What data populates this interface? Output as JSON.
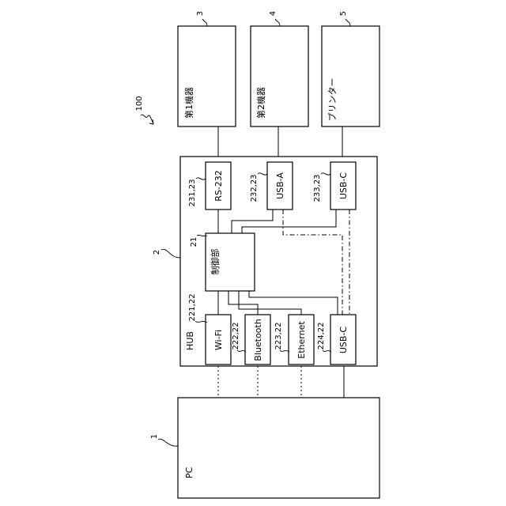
{
  "reference_labels": {
    "system": "100",
    "pc": "1",
    "hub": "2",
    "device1": "3",
    "device2": "4",
    "printer": "5",
    "controller": "21",
    "rs232": "231,23",
    "usba": "232,23",
    "usbc_top": "233,23",
    "wifi": "221,22",
    "bluetooth": "222,22",
    "ethernet": "223,22",
    "usbc_bottom": "224,22"
  },
  "boxes": {
    "device1": "第1機器",
    "device2": "第2機器",
    "printer": "プリンター",
    "hub": "HUB",
    "controller": "制御部",
    "rs232": "RS-232",
    "usba": "USB-A",
    "usbc_top": "USB-C",
    "wifi": "Wi-Fi",
    "bluetooth": "Bluetooth",
    "ethernet": "Ethernet",
    "usbc_bottom": "USB-C",
    "pc": "PC"
  }
}
